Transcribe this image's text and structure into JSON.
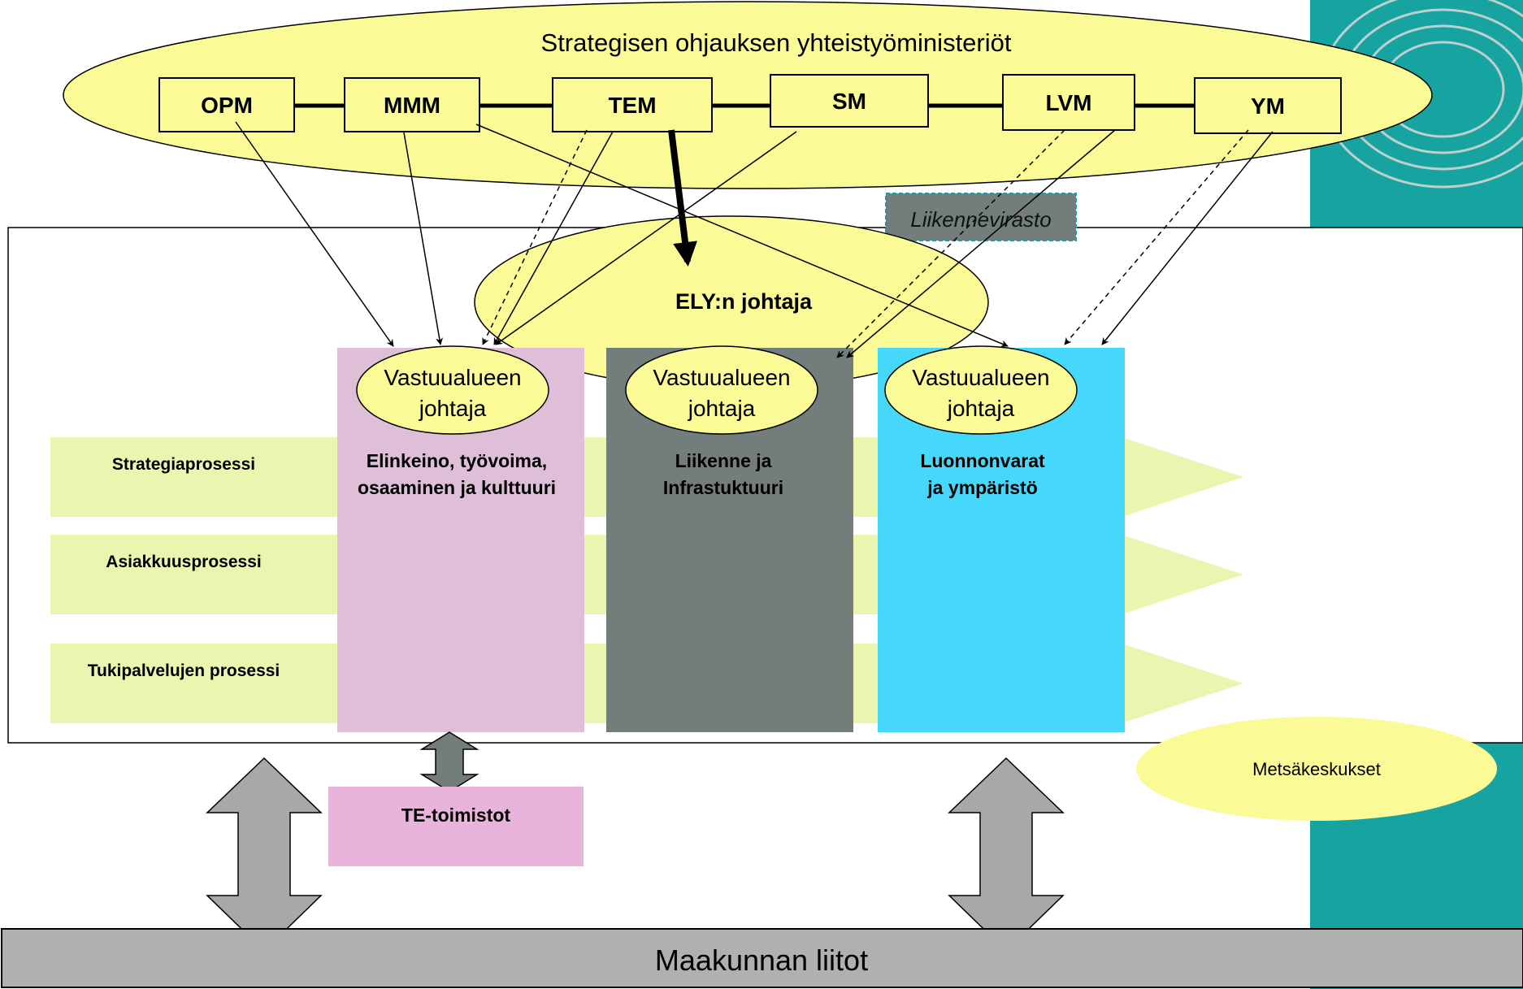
{
  "title": "Strategisen ohjauksen yhteistyöministeriöt",
  "ministries": [
    "OPM",
    "MMM",
    "TEM",
    "SM",
    "LVM",
    "YM"
  ],
  "agency": "Liikennevirasto",
  "director": "ELY:n johtaja",
  "area_head": [
    "Vastuualueen",
    "johtaja"
  ],
  "areas": [
    {
      "lines": [
        "Elinkeino, työvoima,",
        "osaaminen ja kulttuuri"
      ],
      "color": "#dfbfd8"
    },
    {
      "lines": [
        "Liikenne ja",
        "Infrastuktuuri"
      ],
      "color": "#727d7c"
    },
    {
      "lines": [
        "Luonnonvarat",
        "ja ympäristö"
      ],
      "color": "#45d8fa"
    }
  ],
  "processes": [
    "Strategiaprosessi",
    "Asiakkuusprosessi",
    "Tukipalvelujen prosessi"
  ],
  "te_offices": "TE-toimistot",
  "forest_centres": "Metsäkeskukset",
  "regional_councils": "Maakunnan liitot",
  "colors": {
    "ellipse_fill": "#fafa96",
    "process_band": "#ecf5b0",
    "te_box": "#e8b4dc",
    "side_panel": "#17a3a0",
    "bottom_bar": "#b0b0b0",
    "arrow_gray": "#a8a8a8",
    "agency_box": "#727d7c"
  }
}
